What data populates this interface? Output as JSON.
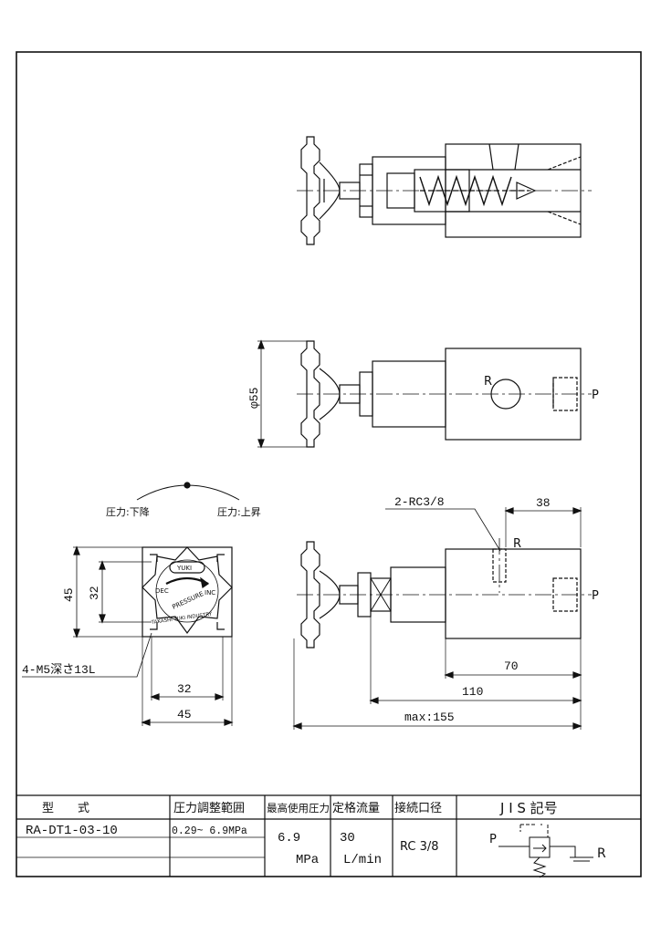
{
  "view_top": {},
  "view_middle": {
    "dia_label": "φ55",
    "port_r": "R",
    "port_p": "P"
  },
  "view_front": {
    "dim_height_outer": "45",
    "dim_height_inner": "32",
    "dim_width_inner": "32",
    "dim_width_outer": "45",
    "hole_note": "4-M5深さ13L",
    "knob_brand": "YUKI",
    "knob_dec": "DEC",
    "knob_inc": "INC",
    "knob_text_1": "PRESSURE",
    "knob_text_2": "TAKASHI YUKI INDUSTRY",
    "pressure_down": "圧力:下降",
    "pressure_up": "圧力:上昇"
  },
  "view_side": {
    "port_note": "2-RC3/8",
    "dim_38": "38",
    "dim_70": "70",
    "dim_110": "110",
    "dim_max": "max:155",
    "port_r": "R",
    "port_p": "P"
  },
  "spec_table": {
    "headers": [
      "型　　式",
      "圧力調整範囲",
      "最高使用圧力",
      "定格流量",
      "接続口径",
      "J I S 記号"
    ],
    "model": "RA-DT1-03-10",
    "pressure_range": "0.29~ 6.9MPa",
    "max_pressure_value": "6.9",
    "max_pressure_unit": "MPa",
    "flow_value": "30",
    "flow_unit": "L/min",
    "port_size": "RC 3/8",
    "jis_p": "P",
    "jis_r": "R"
  }
}
